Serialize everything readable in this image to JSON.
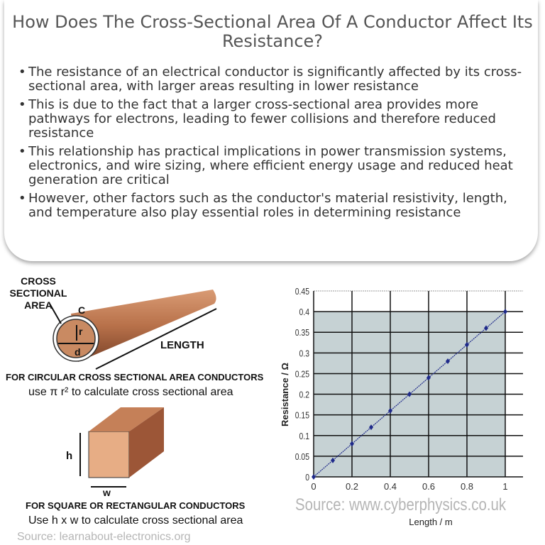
{
  "title": "How Does The Cross-Sectional Area Of A Conductor Affect Its Resistance?",
  "bullets": [
    "The resistance of an electrical conductor is significantly affected by its cross-sectional area, with larger areas resulting in lower resistance",
    "This is due to the fact that a larger cross-sectional area provides more pathways for electrons, leading to fewer collisions and therefore reduced resistance",
    "This relationship has practical implications in power transmission systems, electronics, and wire sizing, where efficient energy usage and reduced heat generation are critical",
    "However, other factors such as the conductor's material resistivity, length, and temperature also play essential roles in determining resistance"
  ],
  "diagram": {
    "cross_label_1": "CROSS",
    "cross_label_2": "SECTIONAL",
    "cross_label_3": "AREA",
    "c": "C",
    "r": "r",
    "d": "d",
    "length": "LENGTH",
    "circ_caption": "FOR CIRCULAR CROSS SECTIONAL AREA CONDUCTORS",
    "circ_formula": "use π r² to calculate cross sectional area",
    "h": "h",
    "w": "w",
    "rect_caption": "FOR SQUARE OR RECTANGULAR CONDUCTORS",
    "rect_formula": "Use h x w to calculate cross sectional area",
    "source": "Source: learnabout-electronics.org",
    "copper_color": "#b8714a"
  },
  "chart_data": {
    "type": "line",
    "xlabel": "Length / m",
    "ylabel": "Resistance / Ω",
    "xlim": [
      0,
      1
    ],
    "ylim": [
      0,
      0.45
    ],
    "xticks": [
      "0",
      "0.2",
      "0.4",
      "0.6",
      "0.8",
      "1"
    ],
    "yticks": [
      "0",
      "0.05",
      "0.1",
      "0.15",
      "0.2",
      "0.25",
      "0.3",
      "0.35",
      "0.4",
      "0.45"
    ],
    "x": [
      0,
      0.1,
      0.2,
      0.3,
      0.4,
      0.5,
      0.6,
      0.7,
      0.8,
      0.9,
      1.0
    ],
    "y": [
      0,
      0.04,
      0.08,
      0.12,
      0.16,
      0.2,
      0.24,
      0.28,
      0.32,
      0.36,
      0.4
    ],
    "grid": true,
    "series_color": "#1f2a8a",
    "plot_bg": "#c6d2d4",
    "source": "Source: www.cyberphysics.co.uk"
  }
}
